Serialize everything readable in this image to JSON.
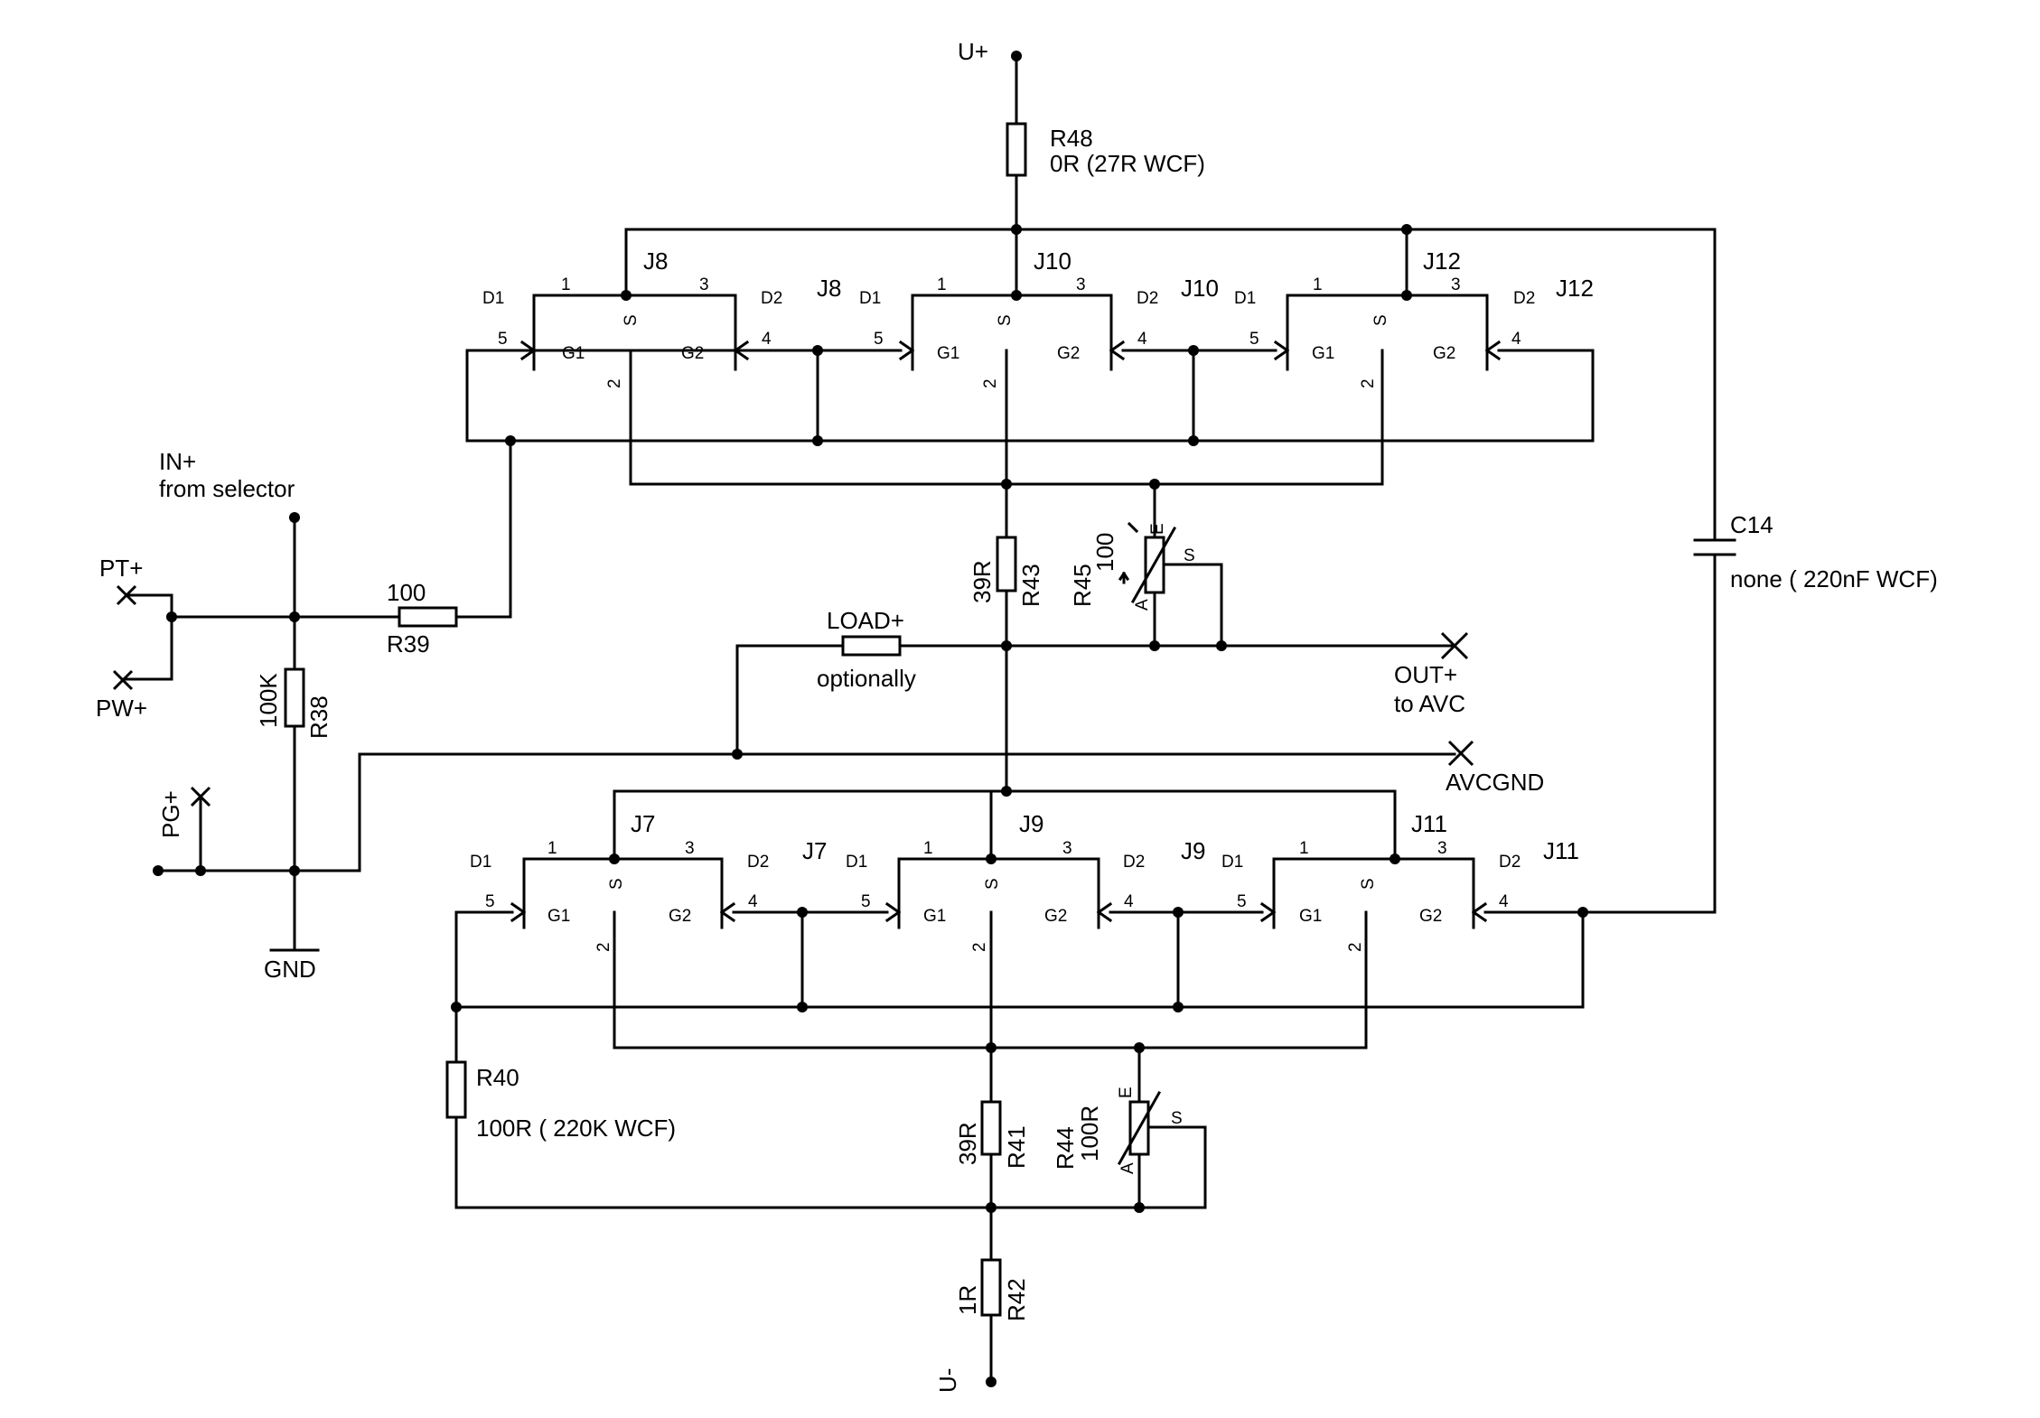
{
  "rails": {
    "vpos": "U+",
    "vneg": "U-",
    "gnd": "GND"
  },
  "inputs": {
    "in_label": "IN+",
    "in_sub": "from selector",
    "pt": "PT+",
    "pw": "PW+",
    "pg": "PG+"
  },
  "outputs": {
    "out": "OUT+",
    "out_sub": "to AVC",
    "avcgnd": "AVCGND"
  },
  "parts": {
    "r48_name": "R48",
    "r48_value": "0R (27R WCF)",
    "r39_name": "R39",
    "r39_value": "100",
    "r38_name": "R38",
    "r38_value": "100K",
    "r43_name": "R43",
    "r43_value": "39R",
    "r45_name": "R45",
    "r45_value": "100",
    "r40_name": "R40",
    "r40_value": "100R ( 220K WCF)",
    "r41_name": "R41",
    "r41_value": "39R",
    "r44_name": "R44",
    "r44_value": "100R",
    "r42_name": "R42",
    "r42_value": "1R",
    "c14_name": "C14",
    "c14_value": "none ( 220nF WCF)",
    "load_name": "LOAD+",
    "load_note": "optionally"
  },
  "pot_pins": {
    "e": "E",
    "a": "A",
    "s": "S"
  },
  "jfet_pins": {
    "d1": "D1",
    "d2": "D2",
    "s": "S",
    "g1": "G1",
    "g2": "G2",
    "p1": "1",
    "p2": "2",
    "p3": "3",
    "p4": "4",
    "p5": "5"
  },
  "jfets": {
    "j8": "J8",
    "j10": "J10",
    "j12": "J12",
    "j7": "J7",
    "j9": "J9",
    "j11": "J11"
  }
}
